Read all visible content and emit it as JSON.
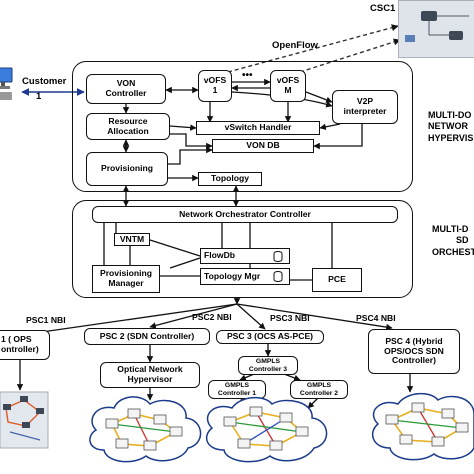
{
  "csc": "CSC1",
  "openflow": "OpenFlow",
  "customer": {
    "name": "Customer",
    "number": "1"
  },
  "hypervisor": {
    "von_controller": [
      "VON",
      "Controller"
    ],
    "vofs1": [
      "vOFS",
      "1"
    ],
    "dots": "•••",
    "vofsm": [
      "vOFS",
      "M"
    ],
    "v2p": [
      "V2P",
      "interpreter"
    ],
    "resource_allocation": [
      "Resource",
      "Allocation"
    ],
    "vswitch_handler": "vSwitch Handler",
    "von_db": "VON DB",
    "provisioning": "Provisioning",
    "topology": "Topology",
    "side_label": [
      "MULTI-DO",
      "NETWOR",
      "HYPERVIS"
    ]
  },
  "orchestrator": {
    "controller": "Network Orchestrator Controller",
    "vntm": "VNTM",
    "flowdb": "FlowDb",
    "topology_mgr": "Topology Mgr",
    "provisioning_manager": [
      "Provisioning",
      "Manager"
    ],
    "pce": "PCE",
    "side_label": [
      "MULTI-D",
      "SD",
      "ORCHEST"
    ]
  },
  "nbi": {
    "psc1": "PSC1 NBI",
    "psc2": "PSC2 NBI",
    "psc3": "PSC3 NBI",
    "psc4": "PSC4 NBI"
  },
  "pscs": {
    "psc1": [
      "1 ( OPS",
      "ontroller)"
    ],
    "psc2": "PSC 2 (SDN Controller)",
    "psc3": "PSC 3 (OCS AS-PCE)",
    "psc4": [
      "PSC 4 (Hybrid",
      "OPS/OCS SDN",
      "Controller)"
    ],
    "optical_hypervisor": [
      "Optical Network",
      "Hypervisor"
    ],
    "gmpls3": [
      "GMPLS",
      "Controller 3"
    ],
    "gmpls1": [
      "GMPLS",
      "Controller 1"
    ],
    "gmpls2": [
      "GMPLS",
      "Controller 2"
    ]
  },
  "colors": {
    "line": "#111111",
    "dashed": "#333333",
    "arrow_blue": "#1f3a93",
    "cloud": "#1a3a8a",
    "monitor": "#3b7ddd"
  }
}
